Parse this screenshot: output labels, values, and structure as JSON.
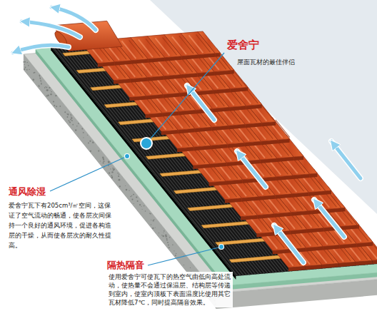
{
  "diagram": {
    "labels": [
      "爱舍宁",
      "屋面瓦材的最佳伴侣",
      "通风除湿",
      "爱舍宁瓦下有205cm³/㎡空间，这保证了空气流动的畅通，使各层次间保持一个良好的通风环境，促进各构造层的干燥，从而使各层次的耐久性提高。",
      "隔热隔音",
      "使用爱舍宁可使瓦下的热空气由低向高处流动，使热量不会通过保温层、结构层等传递到室内，使室内顶板下表面温度比使用其它瓦材降低7℃，同时提高隔音效果。"
    ]
  }
}
